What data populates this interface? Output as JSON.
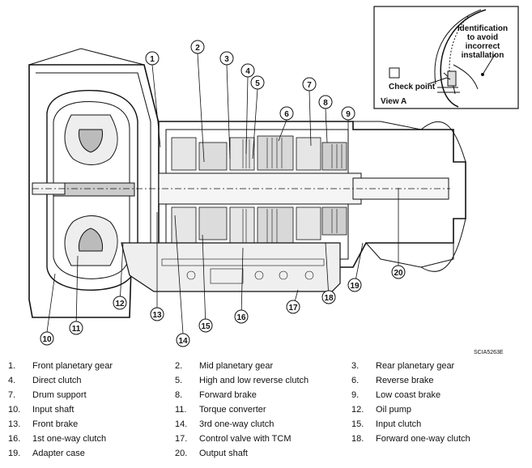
{
  "inset": {
    "note_lines": [
      "Identification",
      "to avoid",
      "incorrect",
      "installation"
    ],
    "check_point": "Check point",
    "view": "View A"
  },
  "drawing_code": "SCIA5263E",
  "callouts": [
    "1",
    "2",
    "3",
    "4",
    "5",
    "6",
    "7",
    "8",
    "9",
    "10",
    "11",
    "12",
    "13",
    "14",
    "15",
    "16",
    "17",
    "18",
    "19",
    "20"
  ],
  "legend": [
    {
      "num": "1.",
      "label": "Front planetary gear"
    },
    {
      "num": "2.",
      "label": "Mid planetary gear"
    },
    {
      "num": "3.",
      "label": "Rear planetary gear"
    },
    {
      "num": "4.",
      "label": "Direct clutch"
    },
    {
      "num": "5.",
      "label": "High and low reverse clutch"
    },
    {
      "num": "6.",
      "label": "Reverse brake"
    },
    {
      "num": "7.",
      "label": "Drum support"
    },
    {
      "num": "8.",
      "label": "Forward brake"
    },
    {
      "num": "9.",
      "label": "Low coast brake"
    },
    {
      "num": "10.",
      "label": "Input shaft"
    },
    {
      "num": "11.",
      "label": "Torque converter"
    },
    {
      "num": "12.",
      "label": "Oil pump"
    },
    {
      "num": "13.",
      "label": "Front brake"
    },
    {
      "num": "14.",
      "label": "3rd one-way clutch"
    },
    {
      "num": "15.",
      "label": "Input clutch"
    },
    {
      "num": "16.",
      "label": "1st one-way clutch"
    },
    {
      "num": "17.",
      "label": "Control valve with TCM"
    },
    {
      "num": "18.",
      "label": "Forward one-way clutch"
    },
    {
      "num": "19.",
      "label": "Adapter case"
    },
    {
      "num": "20.",
      "label": "Output shaft"
    }
  ]
}
